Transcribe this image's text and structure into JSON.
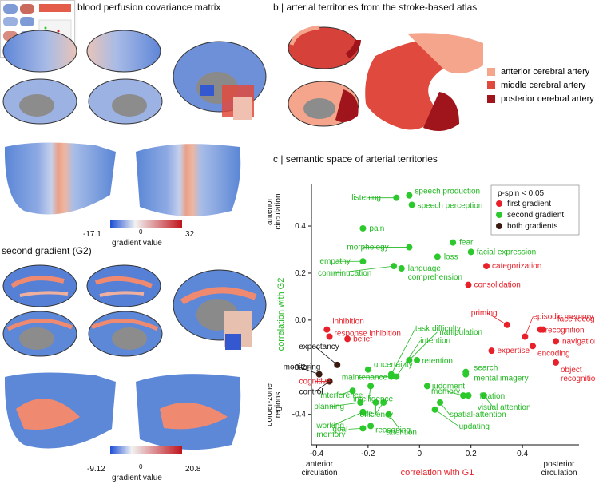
{
  "panel_a": {
    "title": "blood perfusion covariance matrix",
    "colorbar": {
      "min": "-17.1",
      "mid": "0",
      "max": "32",
      "label": "gradient value"
    }
  },
  "panel_g2": {
    "title": "second gradient (G2)",
    "colorbar": {
      "min": "-9.12",
      "mid": "0",
      "max": "20.8",
      "label": "gradient value"
    }
  },
  "panel_b": {
    "letter": "b",
    "title": "arterial territories from the stroke-based atlas",
    "legend": [
      {
        "label": "anterior cerebral artery",
        "color": "#f4a58c"
      },
      {
        "label": "middle cerebral artery",
        "color": "#e04a3e"
      },
      {
        "label": "posterior cerebral artery",
        "color": "#a0141c"
      }
    ]
  },
  "panel_c": {
    "letter": "c",
    "title": "semantic space of arterial territories"
  },
  "chart_data": {
    "type": "scatter",
    "title": "semantic space of arterial territories",
    "xlabel": "correlation with G1",
    "ylabel": "correlation with G2",
    "xlim": [
      -0.42,
      0.62
    ],
    "ylim": [
      -0.53,
      0.58
    ],
    "x_ticks": [
      "-0.4",
      "-0.2",
      "0",
      "0.2",
      "0.4"
    ],
    "y_ticks": [
      "0.4",
      "0.2",
      "0.0",
      "-0.2",
      "-0.4"
    ],
    "x_tick_values": [
      -0.4,
      -0.2,
      0,
      0.2,
      0.4
    ],
    "y_tick_values": [
      0.4,
      0.2,
      0.0,
      -0.2,
      -0.4
    ],
    "x_end_labels": {
      "left": [
        "anterior",
        "circulation"
      ],
      "right": [
        "posterior",
        "circulation"
      ]
    },
    "y_end_labels": {
      "top": [
        "anterior",
        "circulation"
      ],
      "bottom": [
        "border-zone",
        "regions"
      ]
    },
    "legend": {
      "title": "p-spin < 0.05",
      "entries": [
        {
          "name": "first gradient",
          "color": "#e8202a"
        },
        {
          "name": "second gradient",
          "color": "#2cc92c"
        },
        {
          "name": "both gradients",
          "color": "#3a1a0e"
        }
      ]
    },
    "label_colors": {
      "first": "#e8202a",
      "second": "#22b822",
      "both": "#111111"
    },
    "series": [
      {
        "name": "first gradient",
        "points": [
          {
            "term": "inhibition",
            "x": -0.36,
            "y": -0.04
          },
          {
            "term": "response inhibition",
            "x": -0.35,
            "y": -0.07
          },
          {
            "term": "belief",
            "x": -0.28,
            "y": -0.08
          },
          {
            "term": "cognitive",
            "x": -0.35,
            "y": -0.26
          },
          {
            "term": "priming",
            "x": 0.34,
            "y": -0.02
          },
          {
            "term": "episodic memory",
            "x": 0.41,
            "y": -0.07
          },
          {
            "term": "face recognition",
            "x": 0.48,
            "y": -0.04
          },
          {
            "term": "recognition",
            "x": 0.47,
            "y": -0.04
          },
          {
            "term": "navigation",
            "x": 0.53,
            "y": -0.09
          },
          {
            "term": "encoding",
            "x": 0.44,
            "y": -0.11
          },
          {
            "term": "expertise",
            "x": 0.28,
            "y": -0.13
          },
          {
            "term": "object recognition",
            "x": 0.53,
            "y": -0.18
          },
          {
            "term": "categorization",
            "x": 0.26,
            "y": 0.23
          },
          {
            "term": "consolidation",
            "x": 0.19,
            "y": 0.15
          }
        ]
      },
      {
        "name": "second gradient",
        "points": [
          {
            "term": "listening",
            "x": -0.09,
            "y": 0.52
          },
          {
            "term": "speech production",
            "x": -0.04,
            "y": 0.53
          },
          {
            "term": "speech perception",
            "x": -0.03,
            "y": 0.49
          },
          {
            "term": "pain",
            "x": -0.22,
            "y": 0.39
          },
          {
            "term": "fear",
            "x": 0.13,
            "y": 0.33
          },
          {
            "term": "morphology",
            "x": -0.04,
            "y": 0.31
          },
          {
            "term": "loss",
            "x": 0.07,
            "y": 0.27
          },
          {
            "term": "facial expression",
            "x": 0.2,
            "y": 0.29
          },
          {
            "term": "empathy",
            "x": -0.22,
            "y": 0.25
          },
          {
            "term": "comminucation",
            "x": -0.1,
            "y": 0.23
          },
          {
            "term": "language comprehension",
            "x": -0.07,
            "y": 0.22
          },
          {
            "term": "task difficulty",
            "x": -0.11,
            "y": -0.23
          },
          {
            "term": "intention",
            "x": -0.09,
            "y": -0.24
          },
          {
            "term": "uncertainty",
            "x": -0.2,
            "y": -0.21
          },
          {
            "term": "manipulation",
            "x": -0.04,
            "y": -0.17
          },
          {
            "term": "retention",
            "x": -0.01,
            "y": -0.17
          },
          {
            "term": "maintenance",
            "x": -0.11,
            "y": -0.24
          },
          {
            "term": "search",
            "x": 0.18,
            "y": -0.22
          },
          {
            "term": "mental imagery",
            "x": 0.18,
            "y": -0.23
          },
          {
            "term": "judgment",
            "x": 0.03,
            "y": -0.28
          },
          {
            "term": "intelligence",
            "x": -0.19,
            "y": -0.28
          },
          {
            "term": "interference",
            "x": -0.26,
            "y": -0.3
          },
          {
            "term": "memory",
            "x": 0.17,
            "y": -0.32
          },
          {
            "term": "fixation",
            "x": 0.19,
            "y": -0.32
          },
          {
            "term": "visual attention",
            "x": 0.25,
            "y": -0.32
          },
          {
            "term": "planning",
            "x": -0.23,
            "y": -0.35
          },
          {
            "term": "efficiency",
            "x": -0.17,
            "y": -0.35
          },
          {
            "term": "spatial-attention",
            "x": 0.08,
            "y": -0.35
          },
          {
            "term": "working memory",
            "x": -0.22,
            "y": -0.39
          },
          {
            "term": "rule",
            "x": -0.14,
            "y": -0.35
          },
          {
            "term": "updating",
            "x": 0.06,
            "y": -0.38
          },
          {
            "term": "attention",
            "x": -0.12,
            "y": -0.4
          },
          {
            "term": "goal",
            "x": -0.22,
            "y": -0.46
          },
          {
            "term": "reasoning",
            "x": -0.19,
            "y": -0.45
          }
        ]
      },
      {
        "name": "both gradients",
        "points": [
          {
            "term": "expectancy",
            "x": -0.32,
            "y": -0.19
          },
          {
            "term": "monitoring",
            "x": -0.39,
            "y": -0.23
          },
          {
            "term": "control",
            "x": -0.35,
            "y": -0.26
          }
        ]
      }
    ]
  }
}
